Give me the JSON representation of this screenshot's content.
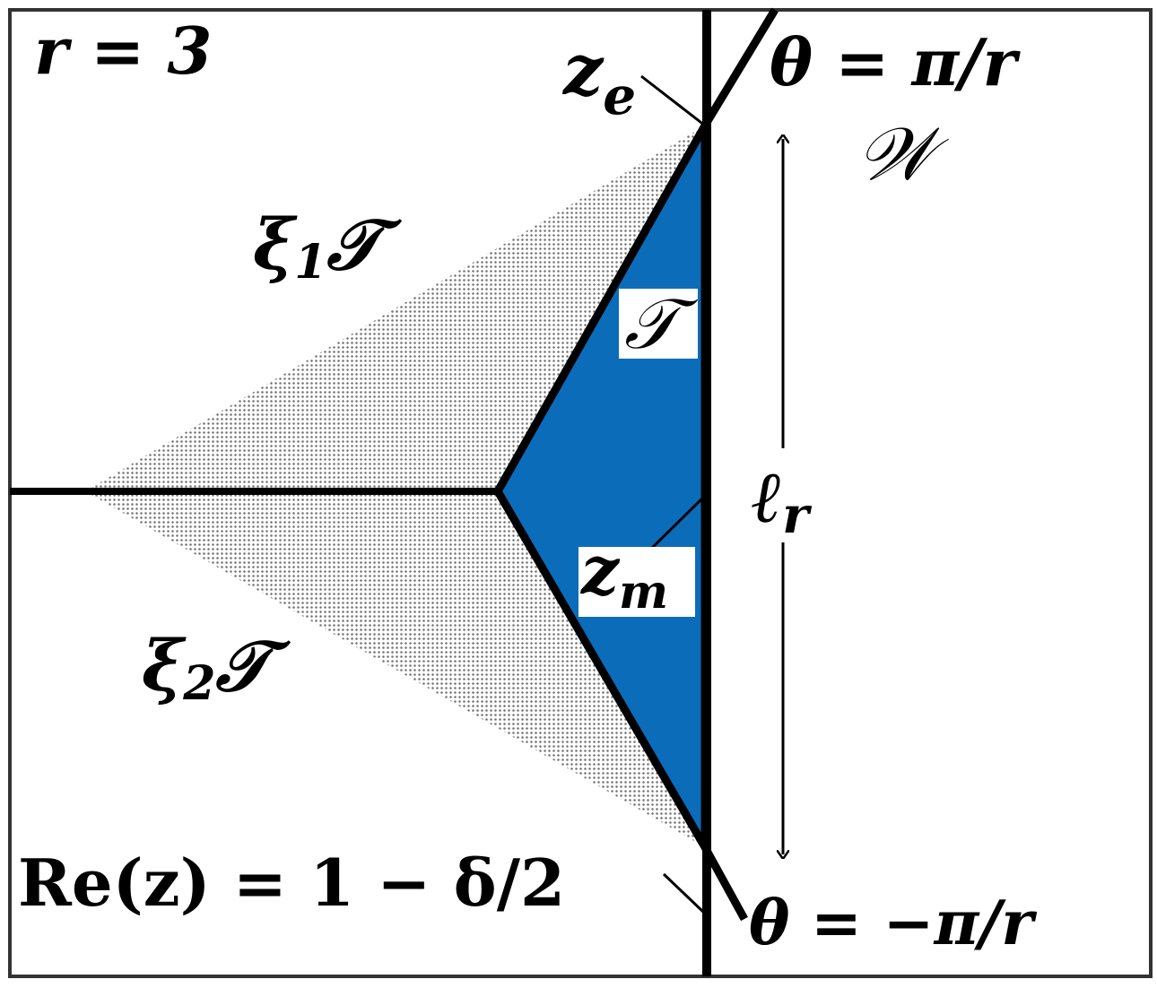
{
  "colors": {
    "background": "#ffffff",
    "frame": "#333333",
    "lines": "#000000",
    "triangle_fill": "#0b6cba",
    "dotted_fill": "#9a9a9a"
  },
  "labels": {
    "r_value": "r = 3",
    "z_e": "z",
    "z_e_sub": "e",
    "theta_top": "θ = π/r",
    "W": "𝒲",
    "xi1T": "ξ",
    "xi1T_sub": "1",
    "xi1T_T": "𝒯",
    "T": "𝒯",
    "l_r": "ℓ",
    "l_r_sub": "r",
    "z_m": "z",
    "z_m_sub": "m",
    "xi2T": "ξ",
    "xi2T_sub": "2",
    "xi2T_T": "𝒯",
    "re_condition": "Re(z) = 1 − δ/2",
    "theta_bottom": "θ = −π/r"
  }
}
